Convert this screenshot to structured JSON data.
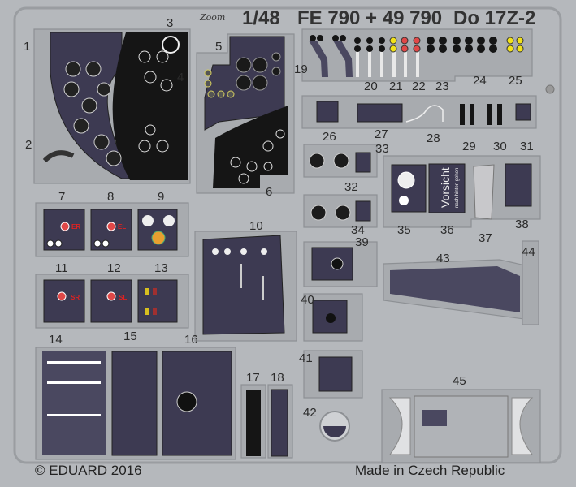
{
  "header": {
    "logo_text": "Zoom",
    "scale": "1/48",
    "codes": "FE 790 + 49 790",
    "aircraft": "Do 17Z-2"
  },
  "parts": [
    "1",
    "2",
    "3",
    "4",
    "5",
    "6",
    "7",
    "8",
    "9",
    "10",
    "11",
    "12",
    "13",
    "14",
    "15",
    "16",
    "17",
    "18",
    "19",
    "20",
    "21",
    "22",
    "23",
    "24",
    "25",
    "26",
    "27",
    "28",
    "29",
    "30",
    "31",
    "32",
    "33",
    "34",
    "35",
    "36",
    "37",
    "38",
    "39",
    "40",
    "41",
    "42",
    "43",
    "44",
    "45"
  ],
  "panel_markings": {
    "p7": "ER",
    "p8": "EL",
    "p11": "SR",
    "p12": "SL",
    "placard_title": "Vorsicht",
    "placard_sub": "nach hinten gehen"
  },
  "footer": {
    "copyright": "© EDUARD 2016",
    "origin": "Made in Czech Republic"
  },
  "colors": {
    "fret": "#b5b8bc",
    "panel_dark": "#3d3a52",
    "knob_yellow": "#f2e21a",
    "knob_red": "#e04848"
  }
}
